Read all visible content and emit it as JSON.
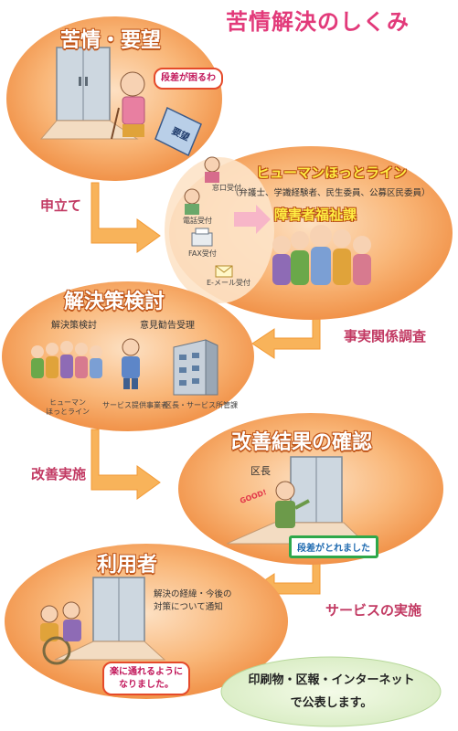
{
  "title": "苦情解決のしくみ",
  "stage1": {
    "heading": "苦情・要望",
    "speech": "段差が困るわ",
    "paper_label": "要望"
  },
  "step_labels": {
    "mosimate": "申立て",
    "fact_check": "事実関係調査",
    "improve": "改善実施",
    "service": "サービスの実施"
  },
  "stage2": {
    "heading": "ヒューマンほっとライン",
    "members": "（弁護士、学識経験者、民生委員、公募区民委員）",
    "dept": "障害者福祉課",
    "channels": [
      "窓口受付",
      "電話受付",
      "FAX受付",
      "E-メール受付"
    ]
  },
  "stage3": {
    "heading": "解決策検討",
    "label_left": "解決策検討",
    "label_right": "意見勧告受理",
    "captions": [
      "ヒューマン\nほっとライン",
      "サービス提供事業者",
      "区長・サービス所管課"
    ]
  },
  "stage4": {
    "heading": "改善結果の確認",
    "person": "区長",
    "sound": "GOOD!",
    "bubble": "段差がとれました"
  },
  "stage5": {
    "heading": "利用者",
    "notice": "解決の経緯・今後の\n対策について通知",
    "bubble": "楽に通れるように\nなりました。"
  },
  "publish": {
    "line1": "印刷物・区報・インターネット",
    "line2": "で公表します。"
  },
  "colors": {
    "ellipse_fill": "#f7a865",
    "arrow_fill": "#f8b35a",
    "title_color": "#e23a7a",
    "step_color": "#c23a63"
  }
}
